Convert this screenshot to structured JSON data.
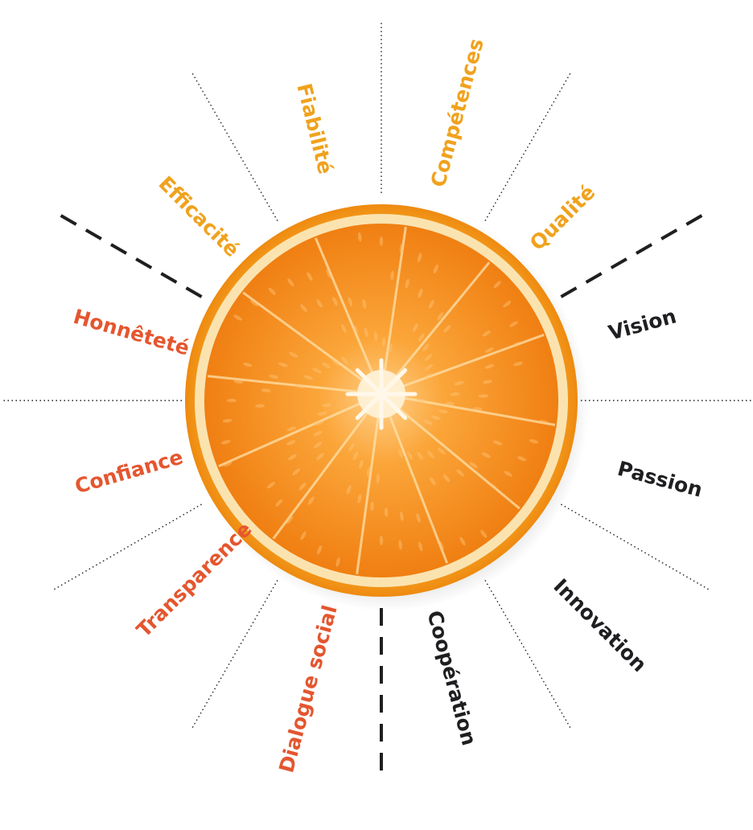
{
  "colors": {
    "orange": "#F0A21E",
    "red": "#E4562F",
    "dark": "#1F1F22",
    "peel": "#F39A1E",
    "pith": "#FBE9C2",
    "flesh": "#F48A1E",
    "core": "#FFF3DC"
  },
  "groups": [
    {
      "color": "orange",
      "words": [
        "Efficacité",
        "Fiabilité",
        "Compétences",
        "Qualité"
      ]
    },
    {
      "color": "dark",
      "words": [
        "Vision",
        "Passion",
        "Innovation",
        "Coopération"
      ]
    },
    {
      "color": "red",
      "words": [
        "Dialogue social",
        "Transparence",
        "Confiance",
        "Honnêteté"
      ]
    }
  ],
  "center_image": "orange-slice"
}
